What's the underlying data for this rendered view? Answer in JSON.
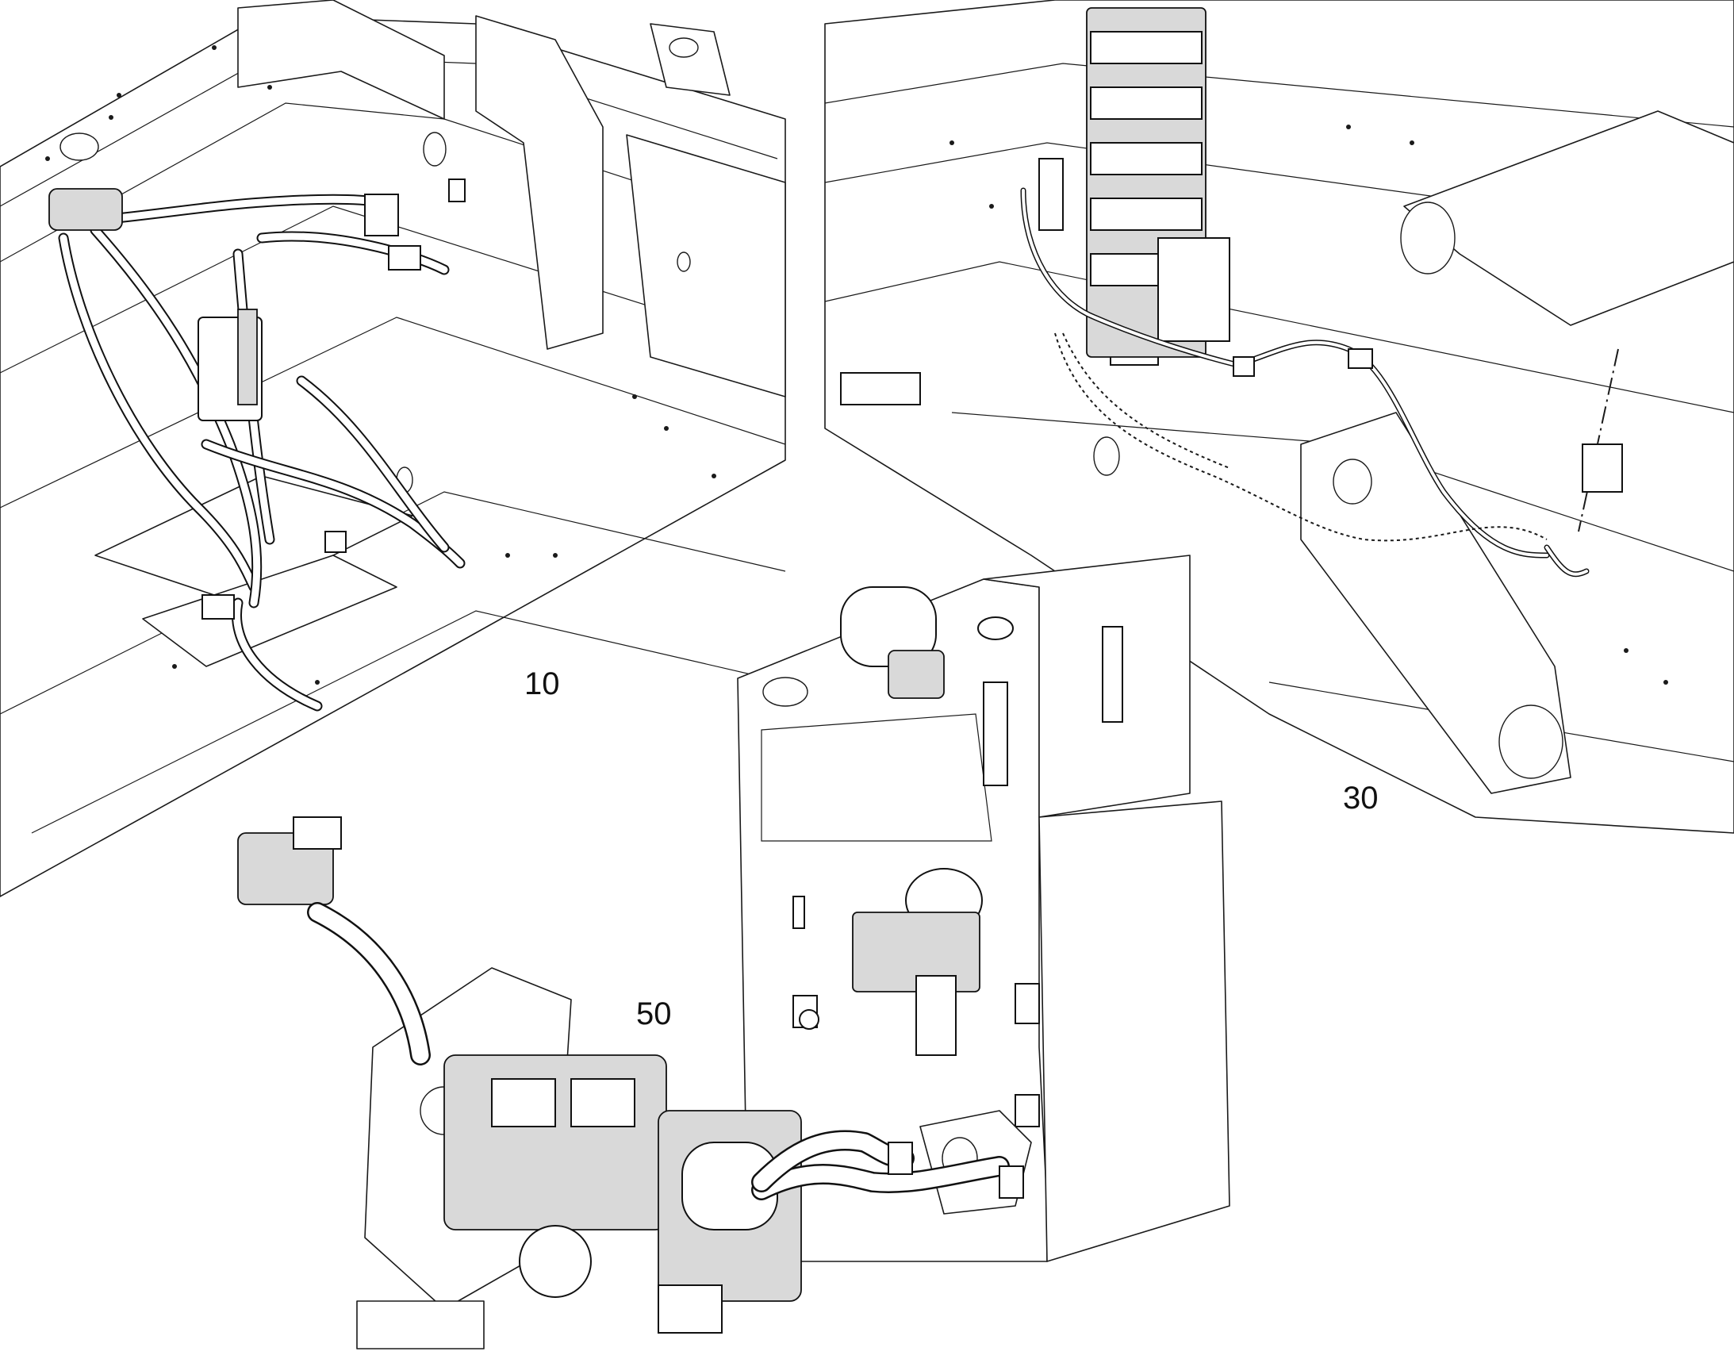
{
  "diagram": {
    "callouts": {
      "view_10": "10",
      "view_30": "30",
      "view_50": "50"
    },
    "colors": {
      "line": "#1a1a1a",
      "background": "#ffffff"
    }
  }
}
